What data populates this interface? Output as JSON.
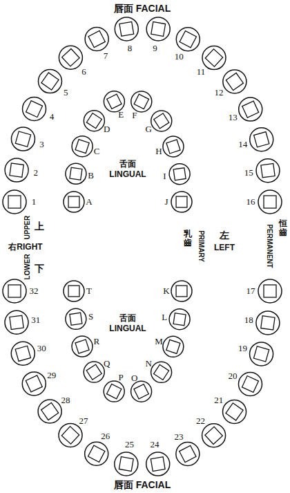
{
  "diagram": {
    "labels": [
      "唇面 FACIAL",
      "1",
      "2",
      "3",
      "4",
      "5",
      "6",
      "7",
      "8",
      "9",
      "10",
      "11",
      "12",
      "13",
      "14",
      "15",
      "16",
      "A",
      "B",
      "C",
      "D",
      "E",
      "F",
      "G",
      "H",
      "I",
      "J",
      "舌面 LINGUAL",
      "上",
      "UPPER",
      "右RIGHT",
      "LOWER",
      "下",
      "PRIMARY",
      "乳齒",
      "左",
      "LEFT",
      "PERMANENT",
      "恒齒",
      "舌面 LINGUAL",
      "K",
      "L",
      "M",
      "N",
      "O",
      "P",
      "Q",
      "R",
      "S",
      "T",
      "17",
      "18",
      "19",
      "20",
      "21",
      "22",
      "23",
      "24",
      "25",
      "26",
      "27",
      "28",
      "29",
      "30",
      "31",
      "32",
      "唇面 FACIAL"
    ]
  }
}
